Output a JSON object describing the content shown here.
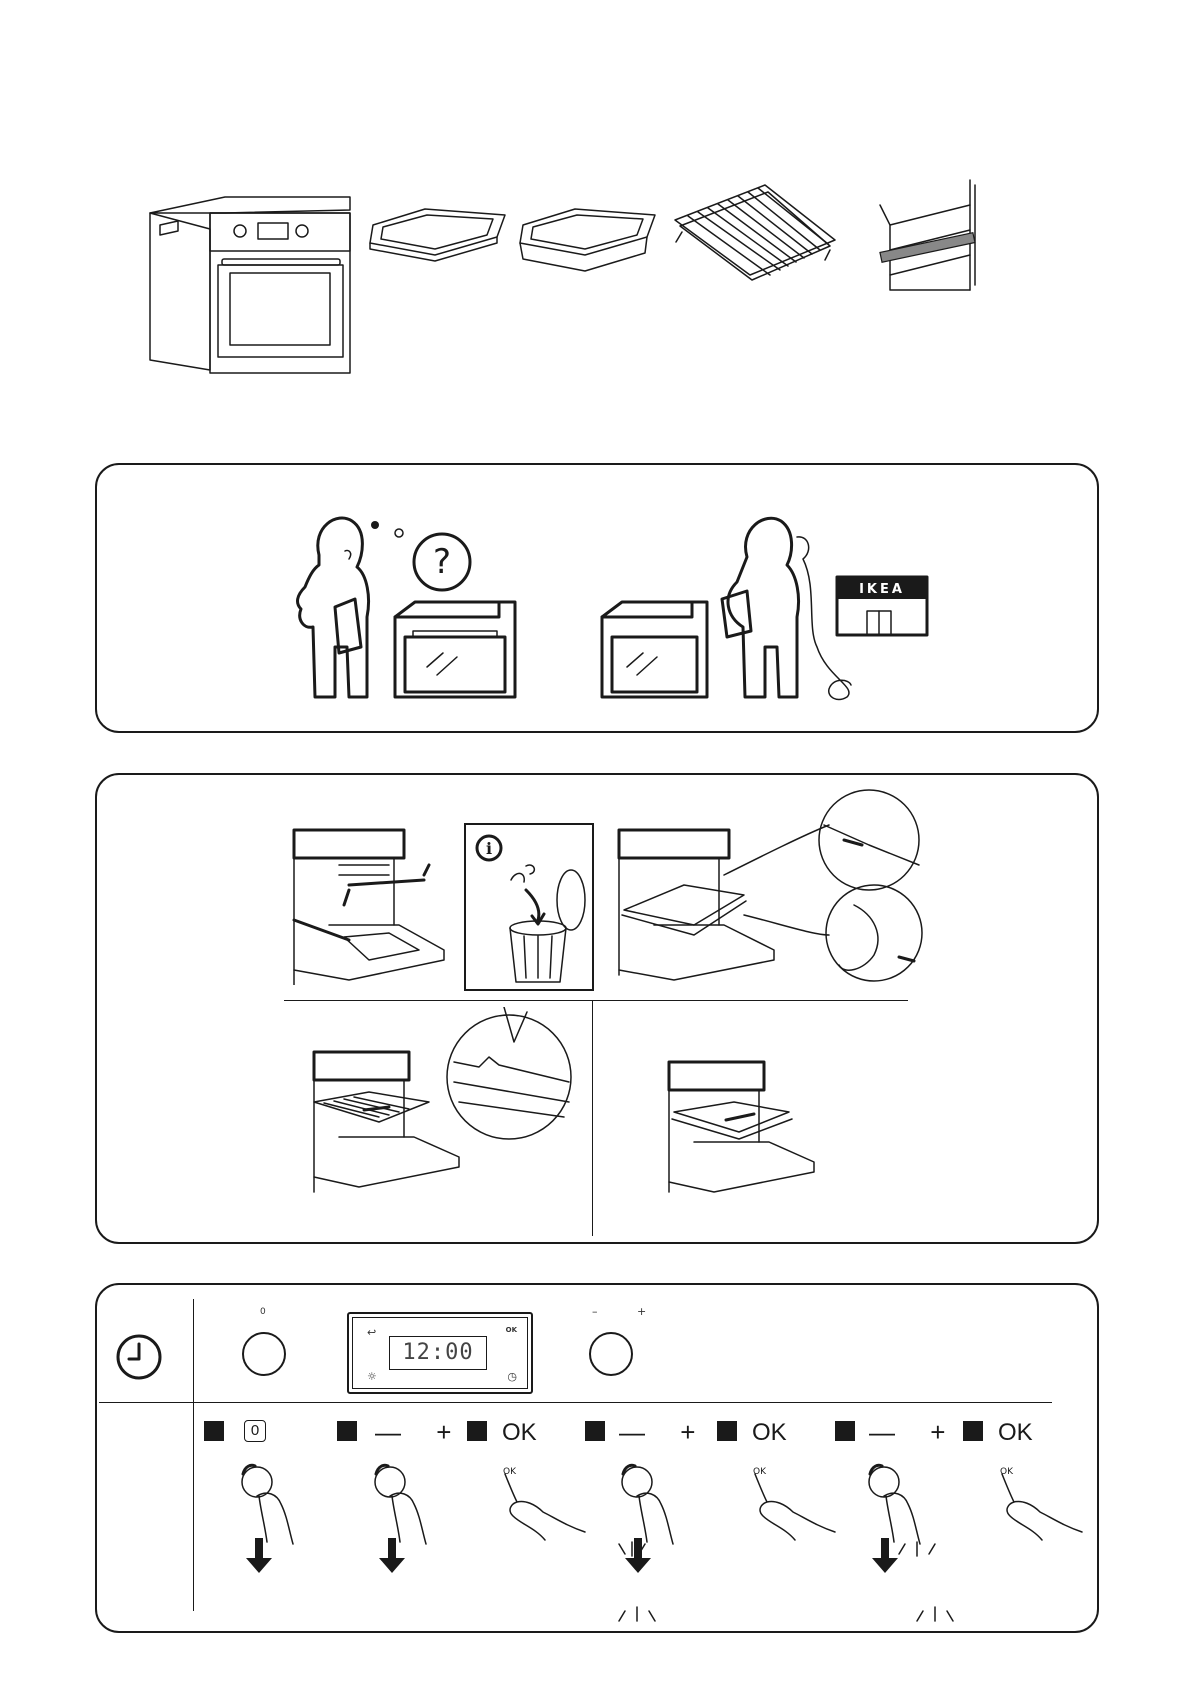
{
  "store_sign": "IKEA",
  "info_symbol": "i",
  "question_symbol": "?",
  "clock_panel": {
    "knob_left_symbol": "0",
    "knob_right_labels": "– +",
    "display_time": "12:00",
    "display_ok": "OK"
  },
  "steps": [
    {
      "label": "0"
    },
    {
      "label": "— +"
    },
    {
      "label": "OK"
    },
    {
      "label": "— +"
    },
    {
      "label": "OK"
    },
    {
      "label": "— +"
    },
    {
      "label": "OK"
    }
  ],
  "press_key_label": "OK"
}
